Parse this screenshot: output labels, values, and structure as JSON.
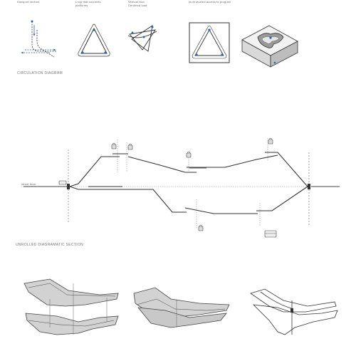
{
  "top_row": {
    "captions": [
      {
        "line1": "transport vectors",
        "line2": ""
      },
      {
        "line1": "Loop that connects",
        "line2": "platforms"
      },
      {
        "line1": "Vertical Hub",
        "line2": "Centered load"
      },
      {
        "line1": "multi leveled access to program",
        "line2": ""
      }
    ]
  },
  "sections": {
    "circulation_title": "CIRCULATION DIAGRAM",
    "unrolled_title": "UNROLLED DIAGRAMATIC SECTION"
  },
  "section_diagram": {
    "street_label": "street level"
  },
  "colors": {
    "line": "#333333",
    "accent_blue": "#2f5fa8",
    "fill_grey": "#cfcfcf"
  }
}
